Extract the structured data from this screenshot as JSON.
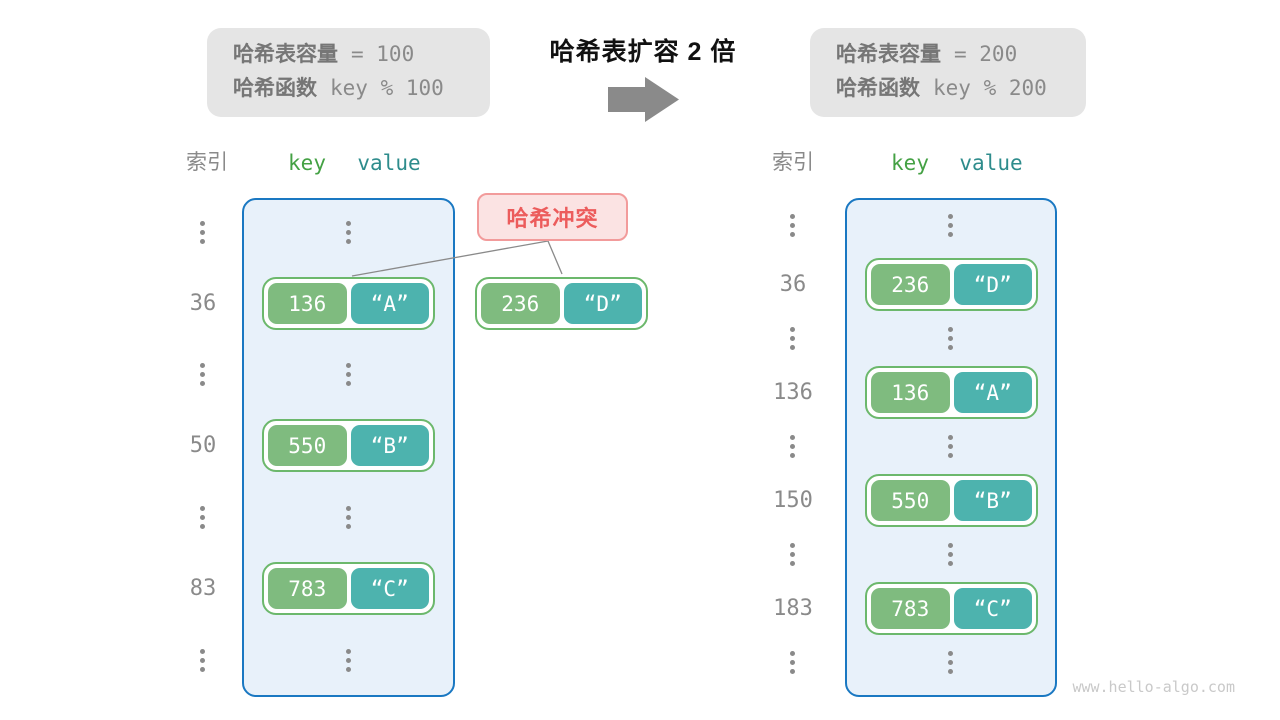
{
  "title": "哈希表扩容 2 倍",
  "info_before": {
    "line1_label": "哈希表容量",
    "line1_value": "= 100",
    "line2_label": "哈希函数",
    "line2_value": "key % 100"
  },
  "info_after": {
    "line1_label": "哈希表容量",
    "line1_value": "= 200",
    "line2_label": "哈希函数",
    "line2_value": "key % 200"
  },
  "collision_label": "哈希冲突",
  "left_table": {
    "headers": {
      "index": "索引",
      "key": "key",
      "value": "value"
    },
    "rows": [
      {
        "index": "36",
        "key": "136",
        "value": "“A”"
      },
      {
        "index": "50",
        "key": "550",
        "value": "“B”"
      },
      {
        "index": "83",
        "key": "783",
        "value": "“C”"
      }
    ]
  },
  "collision_pair": {
    "key": "236",
    "value": "“D”"
  },
  "right_table": {
    "headers": {
      "index": "索引",
      "key": "key",
      "value": "value"
    },
    "rows": [
      {
        "index": "36",
        "key": "236",
        "value": "“D”"
      },
      {
        "index": "136",
        "key": "136",
        "value": "“A”"
      },
      {
        "index": "150",
        "key": "550",
        "value": "“B”"
      },
      {
        "index": "183",
        "key": "783",
        "value": "“C”"
      }
    ]
  },
  "watermark": "www.hello-algo.com",
  "colors": {
    "container_border": "#1a78c2",
    "container_bg": "#e8f1fa",
    "pair_border": "#6cb86c",
    "key_cell_bg": "#7fbb7f",
    "value_cell_bg": "#4db3ae",
    "header_key_green": "#44a144",
    "header_value_teal": "#2e8c8c",
    "collision_bg": "#fbe3e3",
    "collision_border": "#f29b9b",
    "collision_text": "#ec5c5c",
    "infobox_bg": "#e5e5e5",
    "muted_gray": "#8a8a8a",
    "title_black": "#111111",
    "watermark_gray": "#c9c9c9"
  }
}
